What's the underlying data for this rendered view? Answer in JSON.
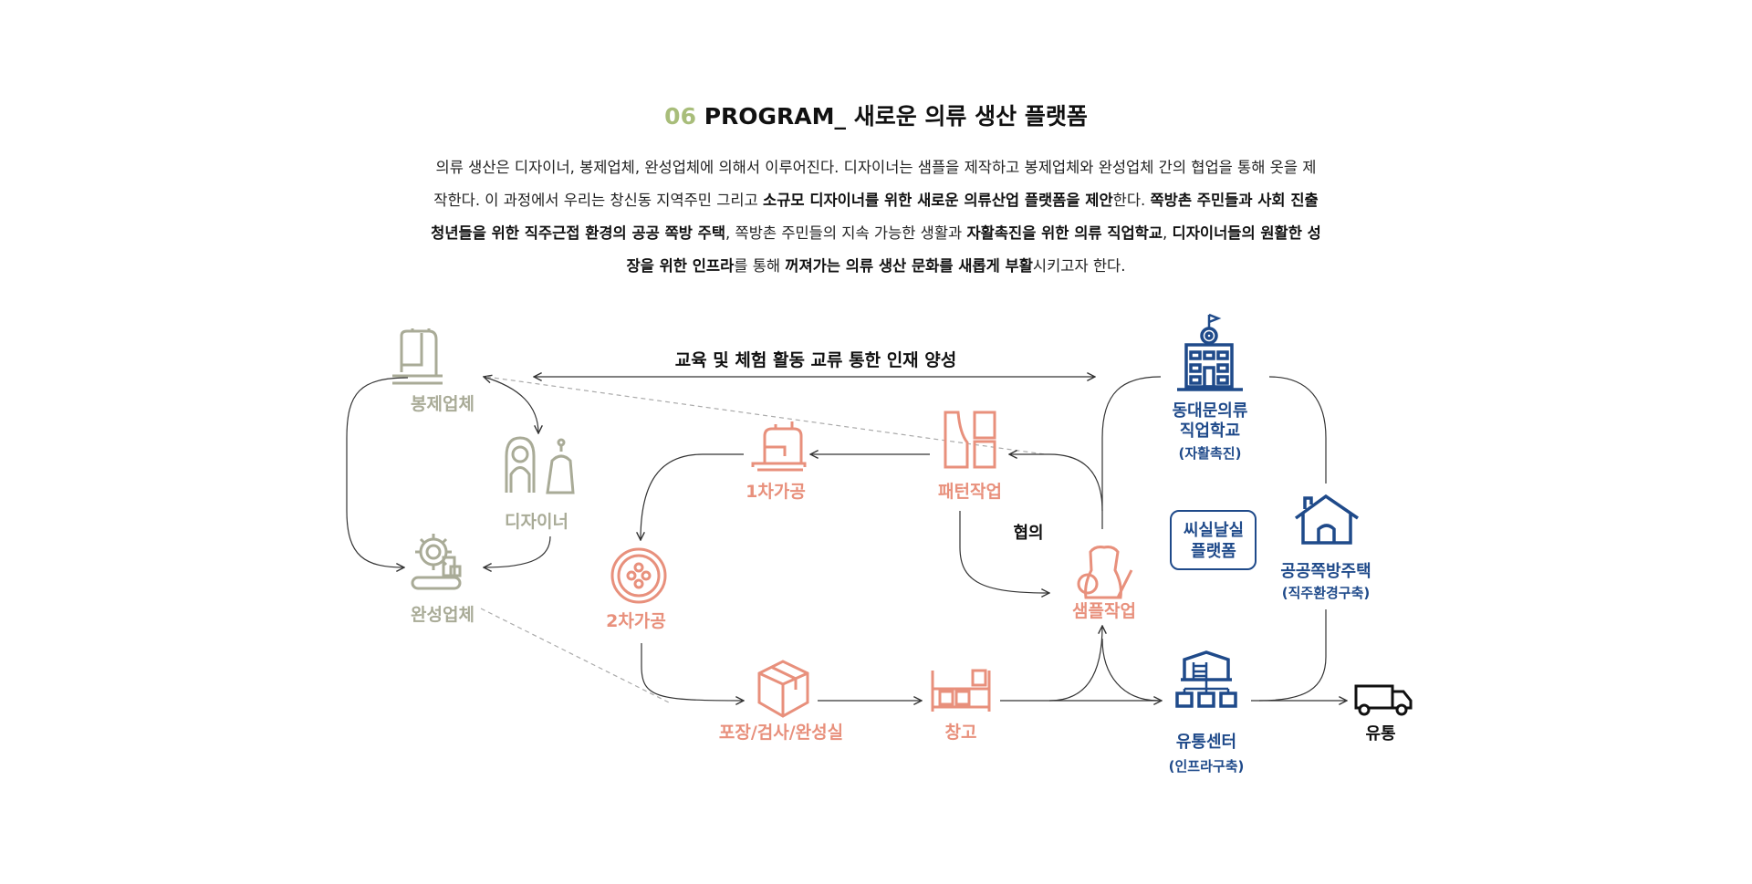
{
  "header": {
    "number": "06",
    "title": "PROGRAM_ 새로운 의류 생산 플랫폼"
  },
  "intro": {
    "s1": "의류 생산은 디자이너, 봉제업체, 완성업체에 의해서 이루어진다. 디자이너는 샘플을 제작하고 봉제업체와 완성업체 간의 협업을 통해 옷을 제작한다. 이 과정에서 우리는 창신동 지역주민 그리고 ",
    "b1": "소규모 디자이너를 위한 새로운 의류산업 플랫폼을 제안",
    "s2": "한다. ",
    "b2": "쪽방촌 주민들과 사회 진출 청년들을 위한 직주근접 환경의 공공 쪽방 주택",
    "s3": ", 쪽방촌 주민들의 지속 가능한 생활과 ",
    "b3": "자활촉진을 위한 의류 직업학교",
    "s4": ", ",
    "b4": "디자이너들의 원활한 성장을 위한 인프라",
    "s5": "를 통해 ",
    "b5": "꺼져가는 의류 생산 문화를 새롭게 부활",
    "s6": "시키고자 한다."
  },
  "diagram": {
    "education_label": "교육 및 체험 활동 교류 통한 인재 양성",
    "consult_label": "협의",
    "nodes": {
      "sewing_company": "봉제업체",
      "designer": "디자이너",
      "finishing_company": "완성업체",
      "first_processing": "1차가공",
      "pattern_work": "패턴작업",
      "second_processing": "2차가공",
      "sample_work": "샘플작업",
      "packing": "포장/검사/완성실",
      "warehouse": "창고",
      "school_line1": "동대문의류",
      "school_line2": "직업학교",
      "school_sub": "(자활촉진)",
      "platform_line1": "씨실날실",
      "platform_line2": "플랫폼",
      "housing": "공공쪽방주택",
      "housing_sub": "(직주환경구축)",
      "distribution_center": "유통센터",
      "distribution_sub": "(인프라구축)",
      "distribution": "유통"
    }
  },
  "colors": {
    "accent": "#a8bd7a",
    "gray": "#a9ab97",
    "salmon": "#e8907c",
    "navy": "#1f4a8a"
  }
}
